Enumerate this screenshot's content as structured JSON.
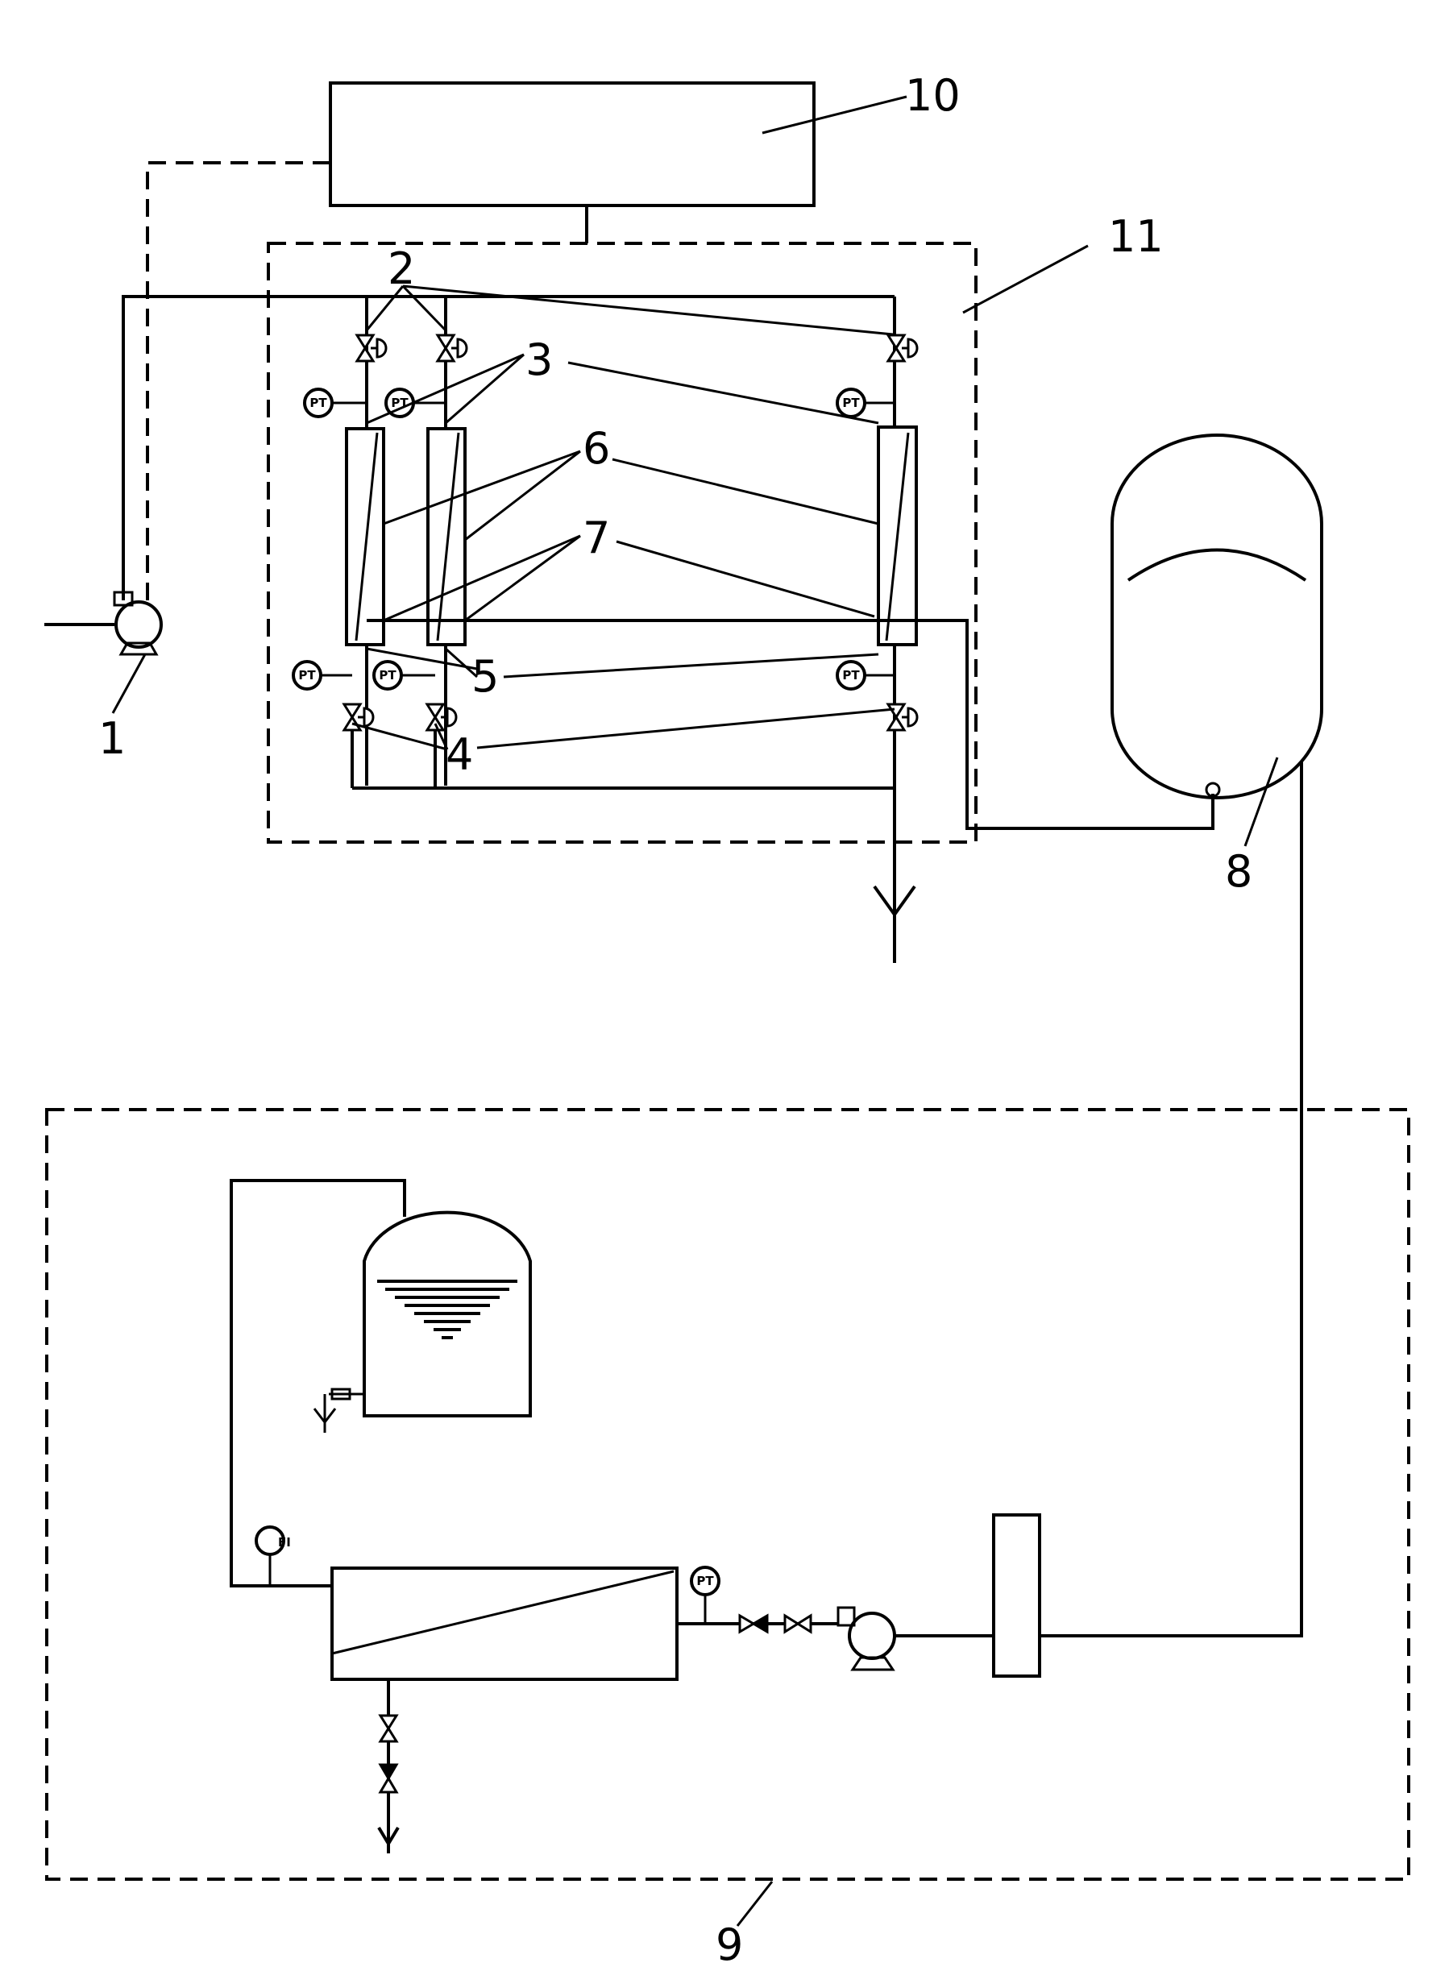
{
  "diagram": {
    "callouts": [
      "1",
      "2",
      "3",
      "4",
      "5",
      "6",
      "7",
      "8",
      "9",
      "10",
      "11"
    ],
    "instrument_tag": "PT",
    "gauge_tag": "FI"
  }
}
